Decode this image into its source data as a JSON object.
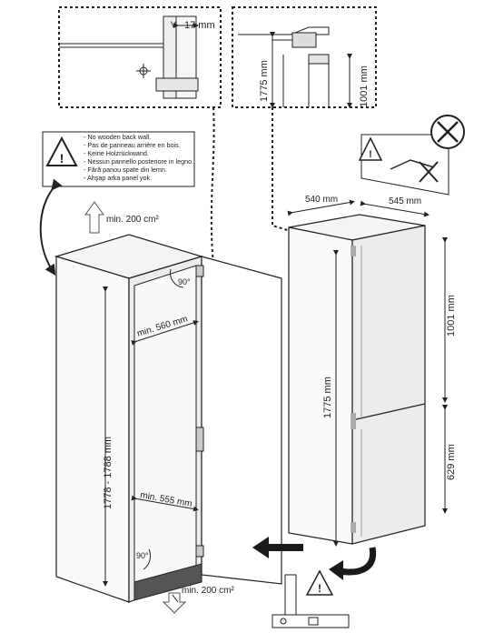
{
  "warning_box": {
    "lines": [
      "- No wooden back wall.",
      "- Pas de panneau arrière en bois.",
      "- Keine Holzrückwand.",
      "- Nessun pannello posteriore in legno.",
      "- Fără panou spate din lemn.",
      "- Ahşap arka panel yok."
    ]
  },
  "detail_left": {
    "gap_label": "17 mm"
  },
  "detail_right": {
    "height_total": "1775 mm",
    "height_lower": "1001 mm"
  },
  "cabinet": {
    "vent_top": "min. 200 cm²",
    "vent_bottom": "min. 200 cm²",
    "height_range": "1778 - 1788 mm",
    "width_top": "min. 560 mm",
    "width_bottom": "min. 555 mm",
    "angle_top": "90°",
    "angle_bottom": "90°"
  },
  "fridge": {
    "width": "540 mm",
    "depth": "545 mm",
    "height_total": "1775 mm",
    "height_upper": "1001 mm",
    "height_lower": "629 mm"
  },
  "colors": {
    "line": "#222222",
    "fill_light": "#f2f2f2",
    "fill_mid": "#e4e4e4",
    "arrow": "#1a1a1a"
  }
}
